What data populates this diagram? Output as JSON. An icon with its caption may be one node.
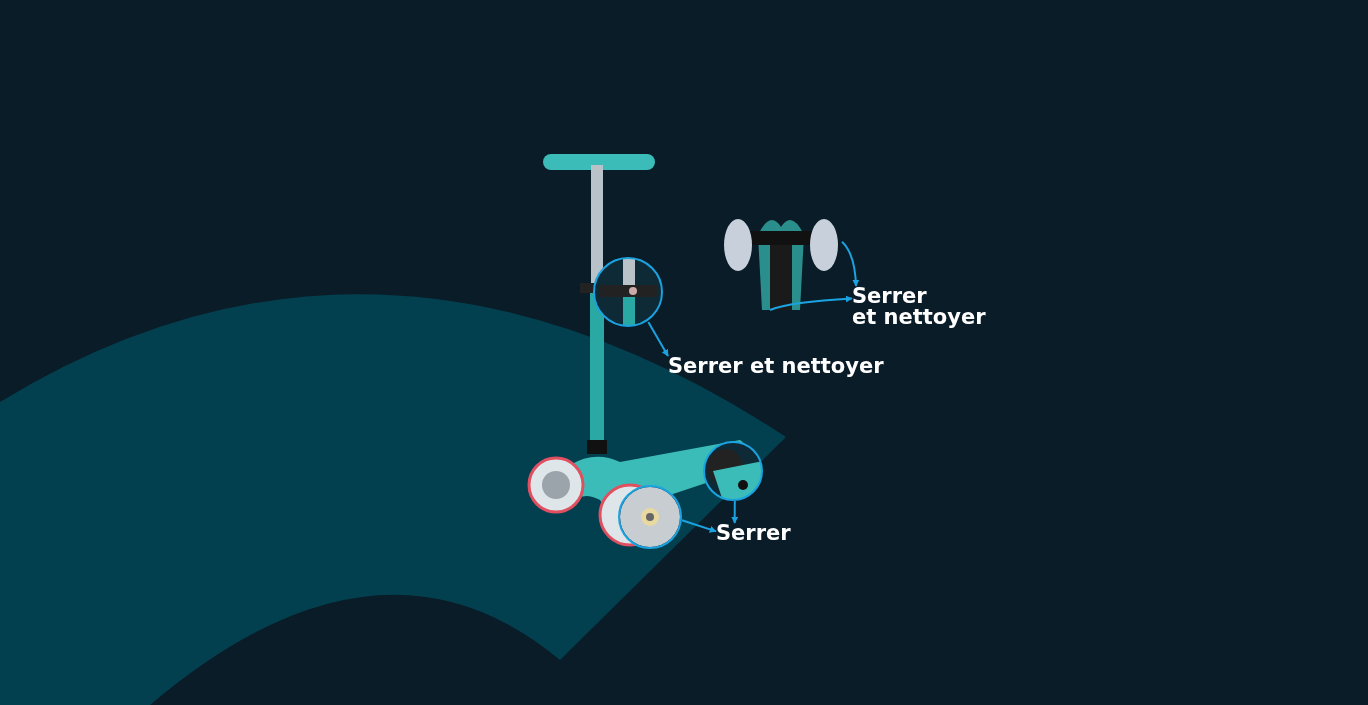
{
  "diagram": {
    "nodes": [
      {
        "text": [],
        "shape": "picture"
      },
      {
        "text": [
          "Serrer et nettoyer"
        ]
      },
      {
        "text": [],
        "shape": "circle"
      },
      {
        "text": [
          "Serrer et nettoyer"
        ]
      },
      {
        "text": [],
        "shape": "circle"
      },
      {
        "text": [],
        "shape": "circle"
      },
      {
        "text": [
          "Serrer"
        ]
      }
    ],
    "edges": [
      {
        "from": 0,
        "to": 1,
        "arrow": "to"
      },
      {
        "from": 0,
        "to": 1,
        "arrow": "to"
      },
      {
        "from": 2,
        "to": 3,
        "arrow": "to"
      },
      {
        "from": 4,
        "to": 6,
        "arrow": "to"
      },
      {
        "from": 5,
        "to": 6,
        "arrow": "to"
      }
    ]
  }
}
